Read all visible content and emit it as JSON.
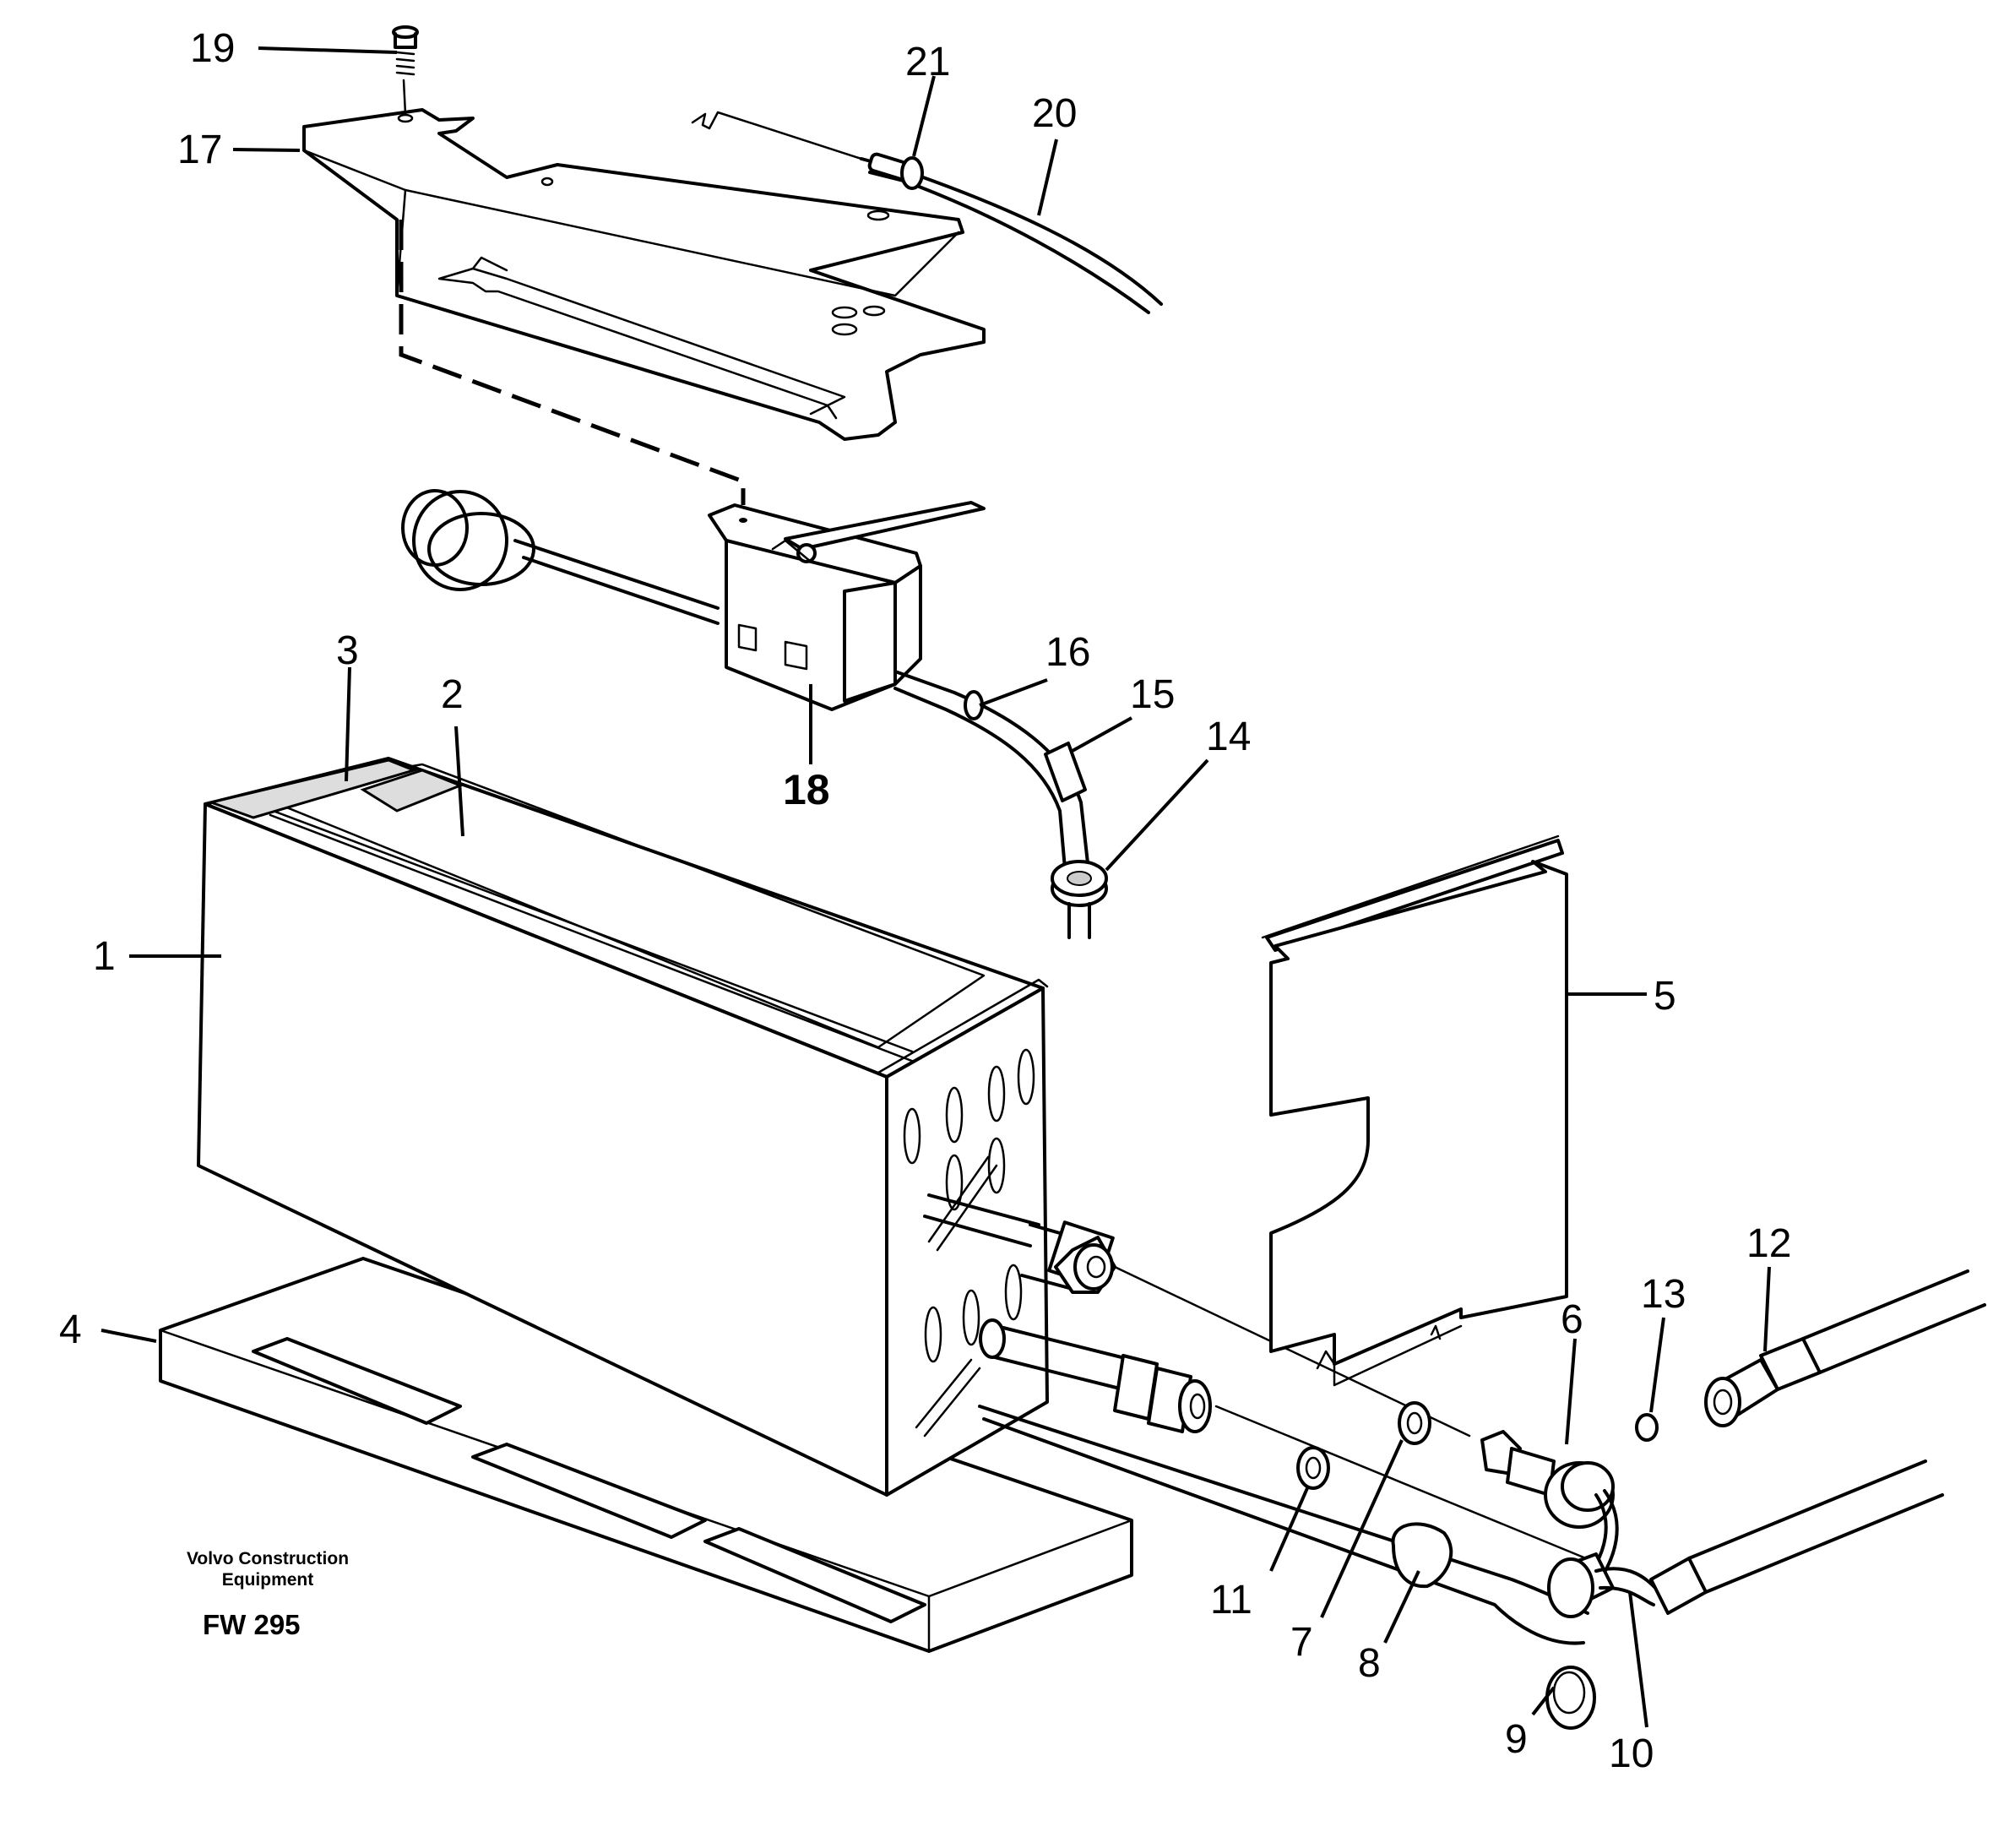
{
  "callouts": {
    "n1": "1",
    "n2": "2",
    "n3": "3",
    "n4": "4",
    "n5": "5",
    "n6": "6",
    "n7": "7",
    "n8": "8",
    "n9": "9",
    "n10": "10",
    "n11": "11",
    "n12": "12",
    "n13": "13",
    "n14": "14",
    "n15": "15",
    "n16": "16",
    "n17": "17",
    "n18": "18",
    "n19": "19",
    "n20": "20",
    "n21": "21"
  },
  "footer": {
    "brand_line1": "Volvo Construction",
    "brand_line2": "Equipment",
    "figure_code": "FW 295"
  }
}
